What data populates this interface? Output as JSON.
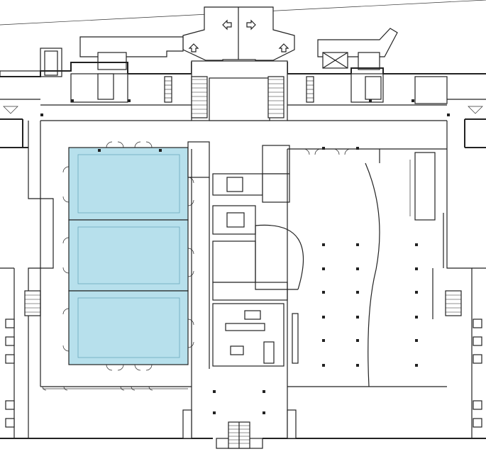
{
  "plan": {
    "background": "#ffffff",
    "line_color": "#222222",
    "highlight_color": "#b7e0ec",
    "highlighted_rooms": [
      {
        "id": "room-1"
      },
      {
        "id": "room-2"
      },
      {
        "id": "room-3"
      }
    ],
    "icons": [
      "arrow-left-icon",
      "arrow-right-icon",
      "arrow-up-icon",
      "stair-icon"
    ]
  }
}
